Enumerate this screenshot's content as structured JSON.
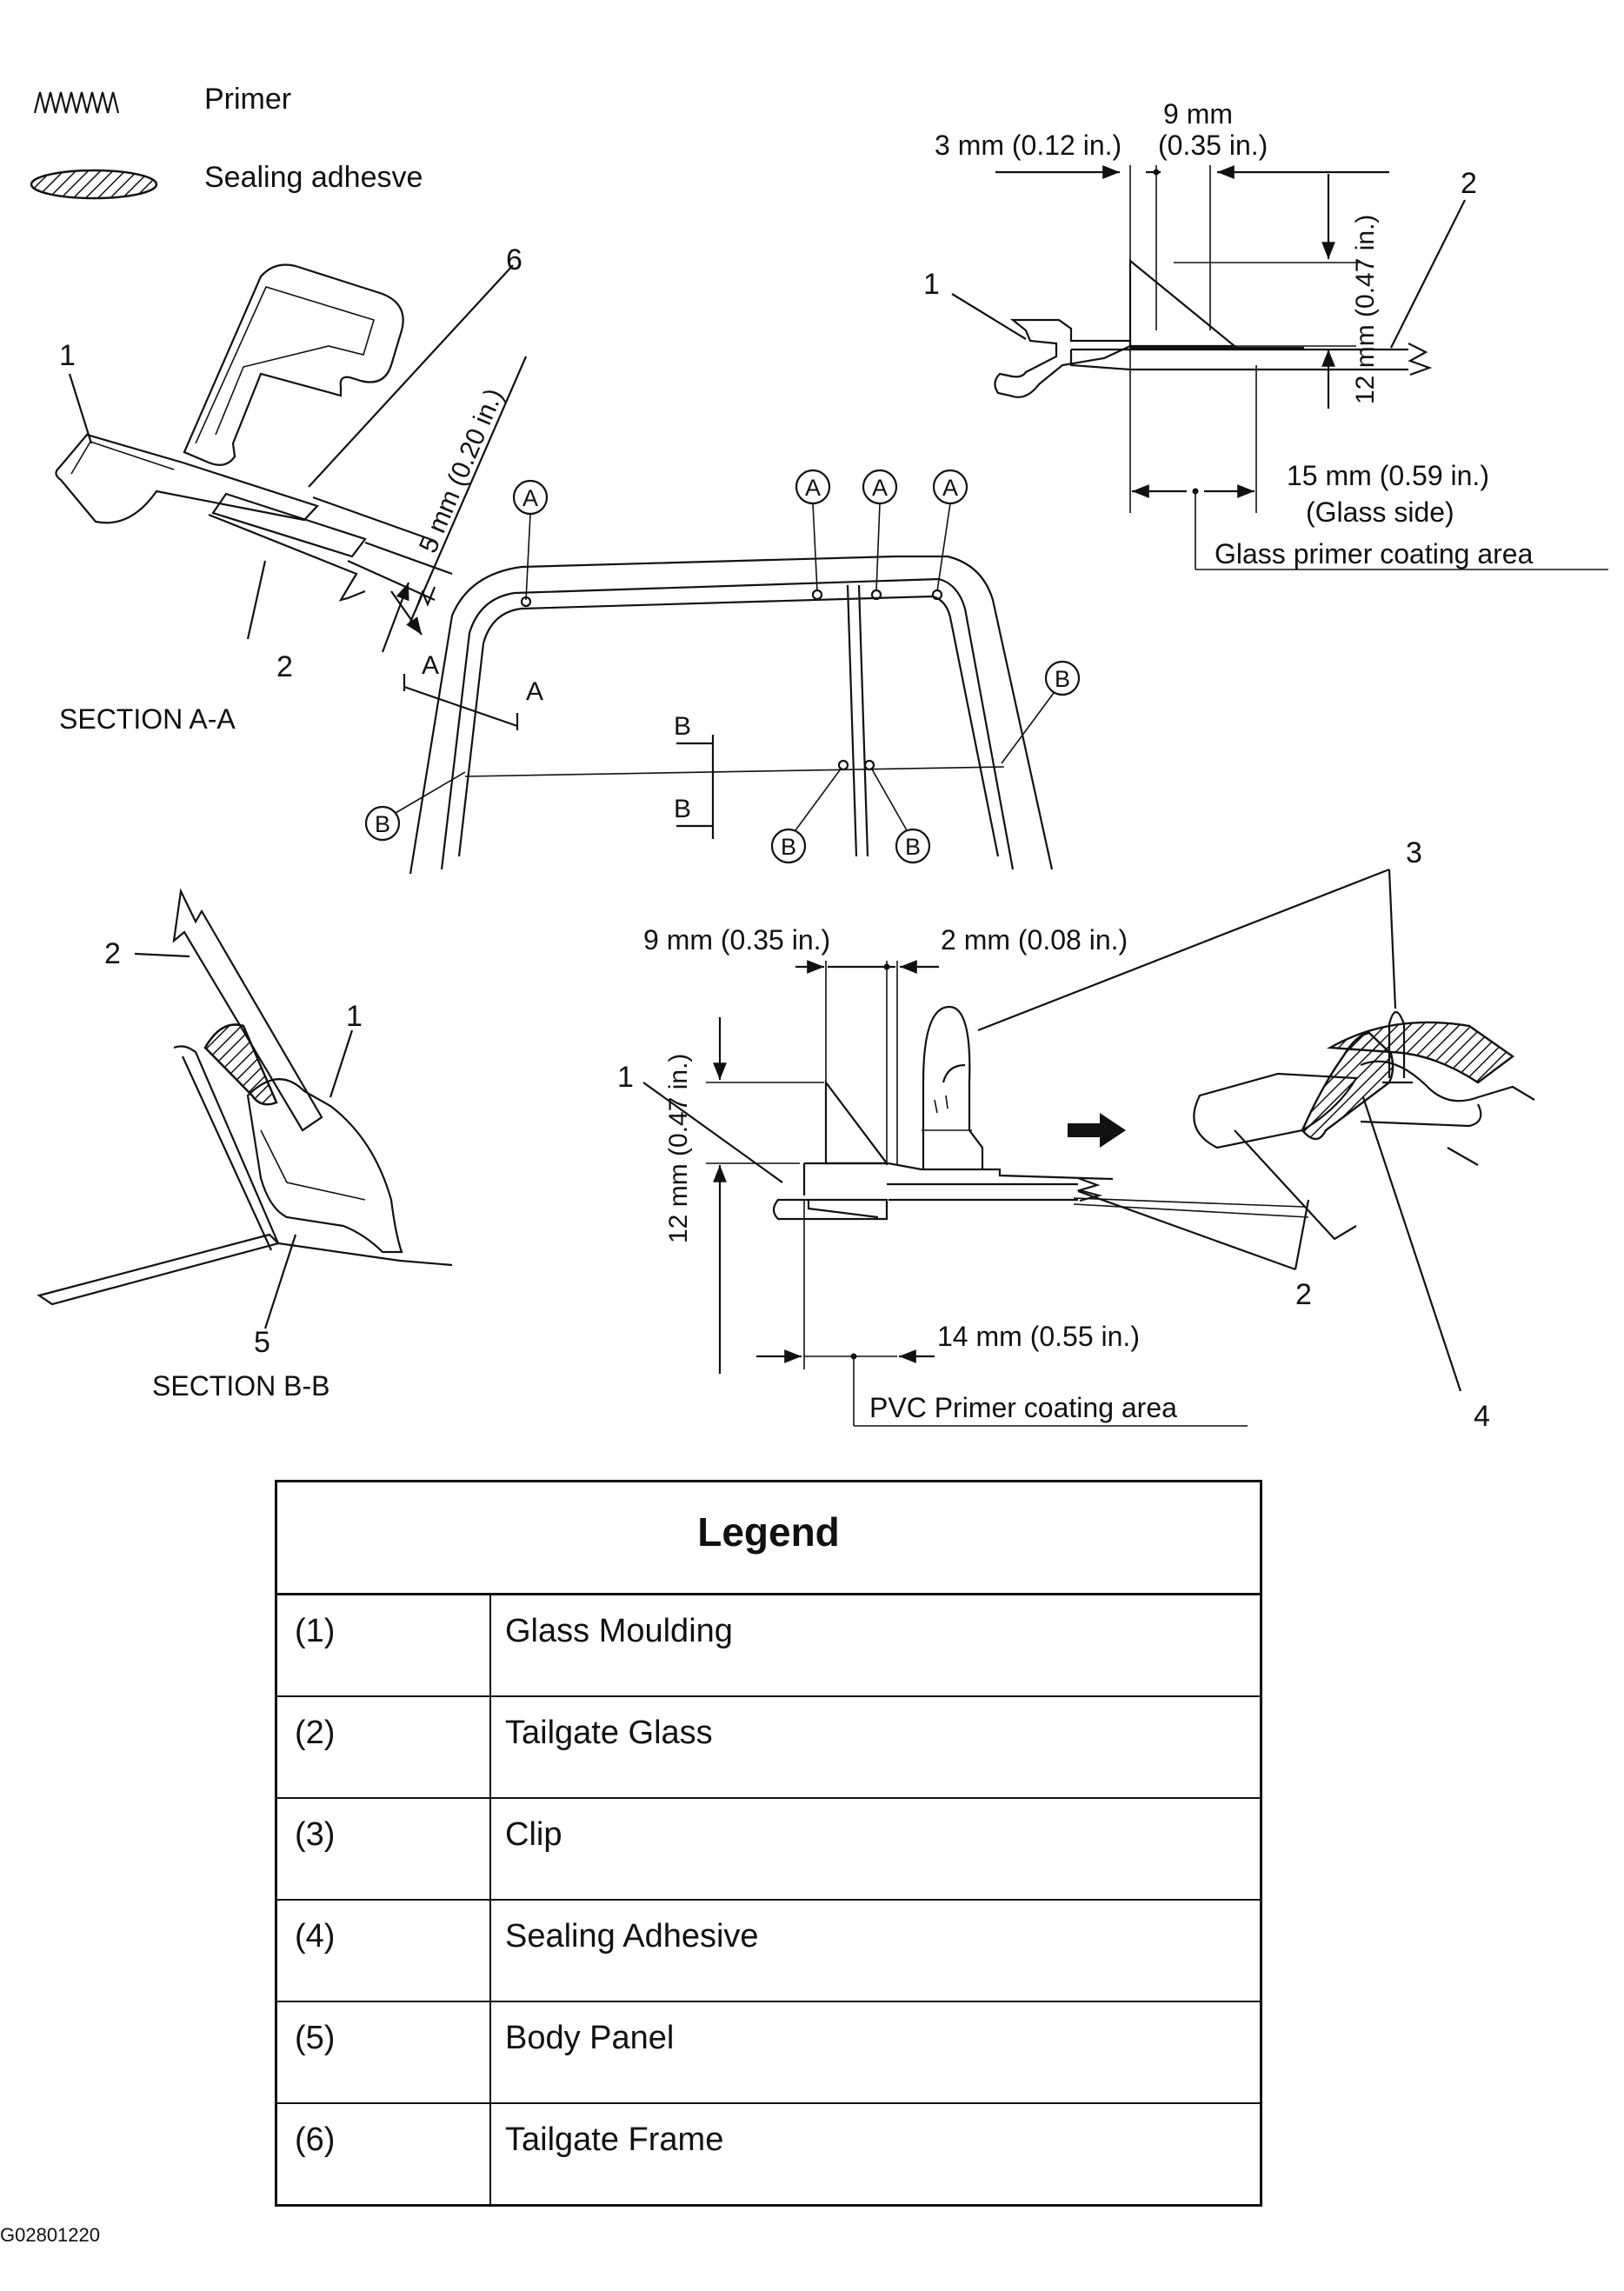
{
  "key": {
    "primer_label": "Primer",
    "sealing_label": "Sealing adhesve"
  },
  "section_aa": {
    "title": "SECTION A-A",
    "dim": "5 mm (0.20 in.)",
    "callouts": [
      "1",
      "6",
      "2"
    ]
  },
  "top_right": {
    "dim_9": "9 mm",
    "dim_3": "3 mm (0.12 in.)",
    "dim_035": "(0.35 in.)",
    "dim_12": "12 mm (0.47 in.)",
    "dim_15": "15 mm (0.59 in.)",
    "glass_side": "(Glass side)",
    "area": "Glass primer coating area",
    "callouts": [
      "1",
      "2"
    ]
  },
  "window": {
    "marker_a": "A",
    "marker_b": "B",
    "section_a": "A",
    "section_b": "B"
  },
  "section_bb": {
    "title": "SECTION B-B",
    "callouts": [
      "2",
      "1",
      "5"
    ]
  },
  "bottom_center": {
    "dim_9": "9 mm (0.35 in.)",
    "dim_2": "2 mm (0.08 in.)",
    "dim_12": "12 mm (0.47 in.)",
    "dim_14": "14 mm (0.55 in.)",
    "area": "PVC Primer coating area",
    "callouts": [
      "1",
      "3",
      "2",
      "4"
    ]
  },
  "legend": {
    "title": "Legend",
    "rows": [
      {
        "num": "(1)",
        "desc": "Glass Moulding"
      },
      {
        "num": "(2)",
        "desc": "Tailgate Glass"
      },
      {
        "num": "(3)",
        "desc": "Clip"
      },
      {
        "num": "(4)",
        "desc": "Sealing Adhesive"
      },
      {
        "num": "(5)",
        "desc": "Body Panel"
      },
      {
        "num": "(6)",
        "desc": "Tailgate Frame"
      }
    ]
  },
  "figure_id": "G02801220"
}
